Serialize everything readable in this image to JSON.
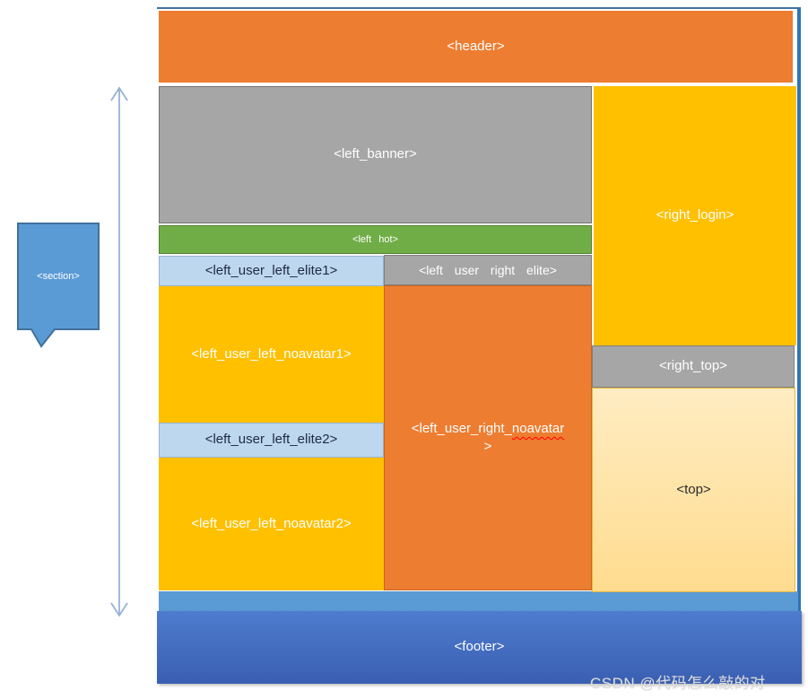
{
  "boxes": {
    "header": "<header>",
    "left_banner": "<left_banner>",
    "left_hot": "<left hot>",
    "left_user_left_elite1": "<left_user_left_elite1>",
    "left_user_right_elite": "<left user right elite>",
    "left_user_left_noavatar1": "<left_user_left_noavatar1>",
    "left_user_right_noavatar_part1": "<left_user_right_",
    "left_user_right_noavatar_wavy": "noavatar",
    "left_user_right_noavatar_line2": ">",
    "left_user_left_elite2": "<left_user_left_elite2>",
    "left_user_left_noavatar2": "<left_user_left_noavatar2>",
    "right_login": "<right_login>",
    "right_top": "<right_top>",
    "top": "<top>",
    "footer": "<footer>",
    "section": "<section>"
  },
  "watermark": "CSDN @代码怎么敲的对",
  "colors": {
    "orange": "#ED7D31",
    "gray": "#A6A6A6",
    "green": "#70AD47",
    "gold": "#FFC000",
    "light_blue": "#BDD7EE",
    "peach_top": "#FFECC2",
    "peach_bottom": "#FFDC8F",
    "strip_blue": "#5B9BD5",
    "footer_blue": "#4472C4",
    "section_blue": "#5B9BD5",
    "section_border": "#41719C",
    "frame_border": "#2E75B6",
    "arrow_blue": "#95B3D7",
    "wavy_underline": "#FF0000"
  }
}
